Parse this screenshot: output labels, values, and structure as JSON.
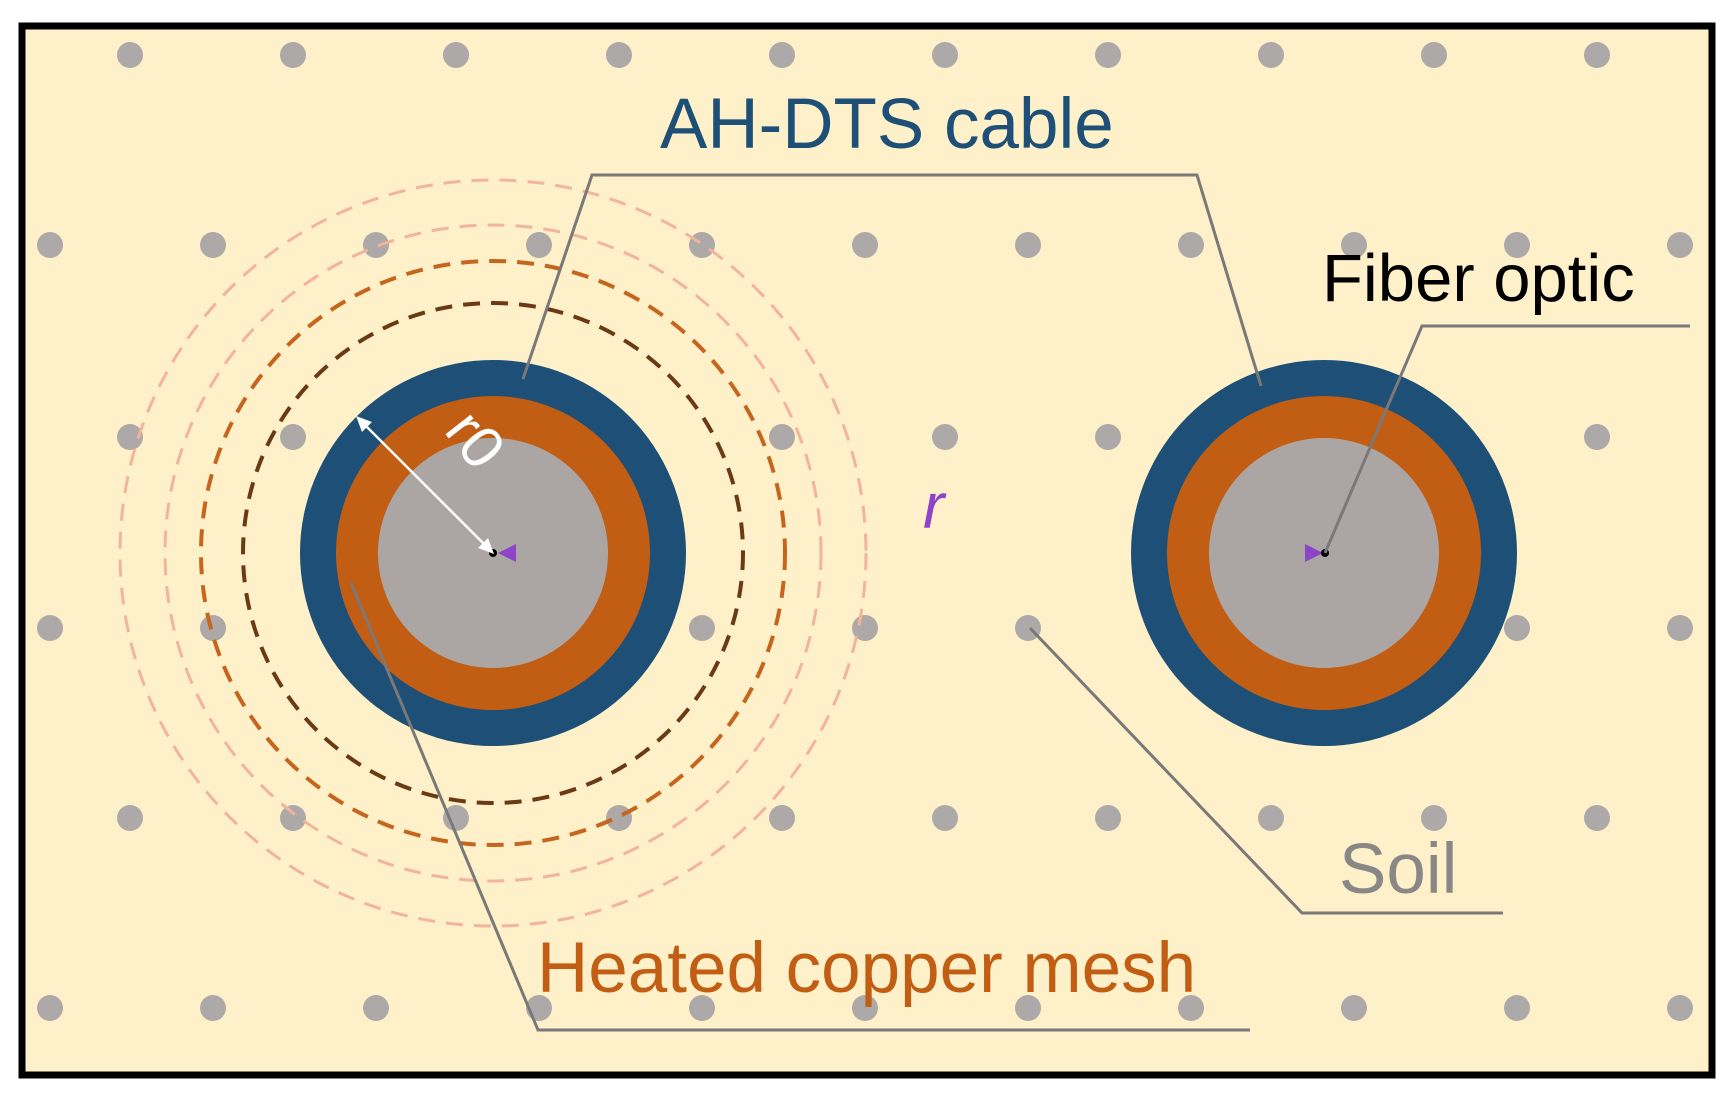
{
  "labels": {
    "cable": "AH-DTS cable",
    "fiber": "Fiber optic",
    "soil": "Soil",
    "copper": "Heated copper mesh",
    "r0": "r0",
    "r": "r"
  },
  "colors": {
    "background": "#FEF0C9",
    "border": "#000000",
    "soil_dot": "#ADA9A8",
    "jacket": "#1D4F77",
    "copper_mesh": "#C25E13",
    "core": "#ABA6A4",
    "cable_label": "#1D4F77",
    "fiber_label": "#000000",
    "soil_label": "#8A8787",
    "copper_label": "#C25E13",
    "r_label": "#8D44C8",
    "r0_label": "#FFFFFF",
    "leader_line": "#7A7979",
    "ring_inner": "#6B3A14",
    "ring_mid": "#C6651E",
    "ring_outer": "#F2B49A"
  },
  "icons": {
    "fiber_marker": "triangle-marker-icon",
    "radius_arrow": "double-arrow-icon"
  }
}
